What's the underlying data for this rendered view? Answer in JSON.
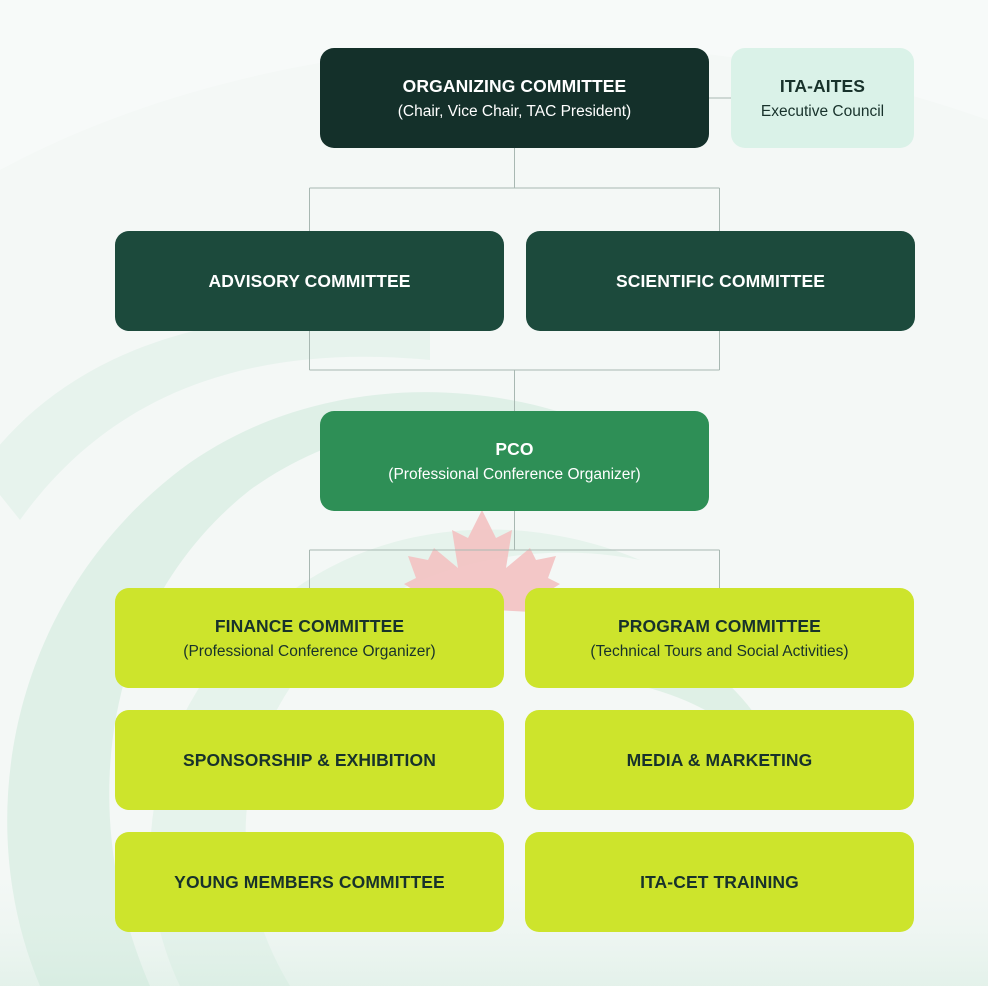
{
  "organizing": {
    "title": "ORGANIZING COMMITTEE",
    "subtitle": "(Chair, Vice Chair, TAC President)"
  },
  "ita_aites": {
    "title": "ITA-AITES",
    "subtitle": "Executive Council"
  },
  "advisory": {
    "title": "ADVISORY COMMITTEE"
  },
  "scientific": {
    "title": "SCIENTIFIC COMMITTEE"
  },
  "pco": {
    "title": "PCO",
    "subtitle": "(Professional Conference Organizer)"
  },
  "finance": {
    "title": "FINANCE COMMITTEE",
    "subtitle": "(Professional Conference Organizer)"
  },
  "program": {
    "title": "PROGRAM COMMITTEE",
    "subtitle": "(Technical Tours and Social Activities)"
  },
  "sponsorship": {
    "title": "SPONSORSHIP & EXHIBITION"
  },
  "media": {
    "title": "MEDIA & MARKETING"
  },
  "young": {
    "title": "YOUNG MEMBERS COMMITTEE"
  },
  "itacet": {
    "title": "ITA-CET TRAINING"
  },
  "colors": {
    "dark": "#14302a",
    "dark_green": "#1c4a3c",
    "pale_mint": "#daf2e8",
    "green": "#2e8f56",
    "lime": "#cde42c",
    "connector": "#a8b8b2",
    "maple_leaf": "#f2c4c4"
  }
}
